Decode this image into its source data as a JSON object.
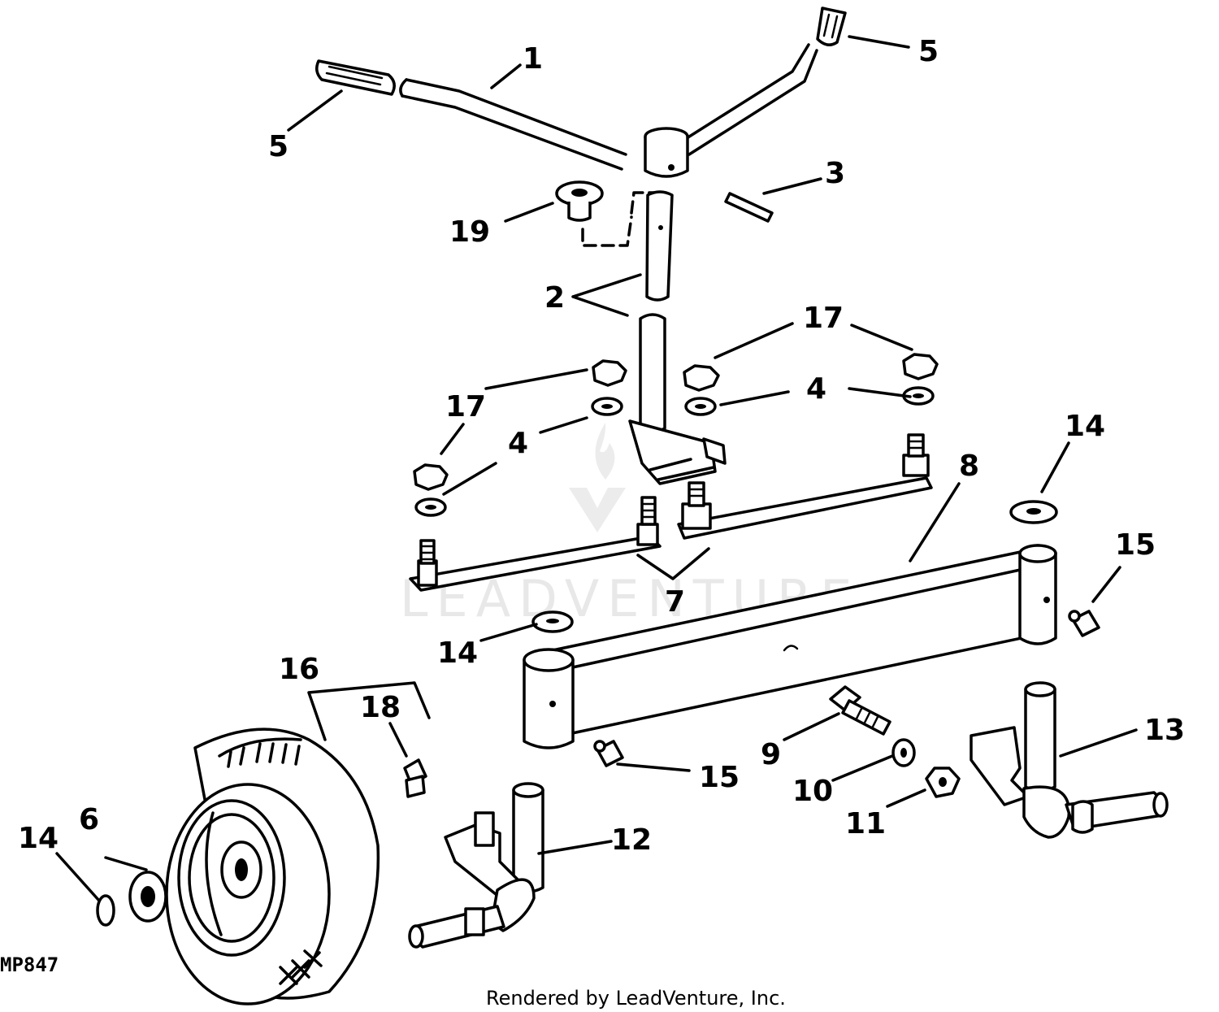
{
  "watermark": "LEADVENTURE",
  "diagram_code": "MP847",
  "credit": "Rendered by LeadVenture, Inc.",
  "callouts": {
    "c1": "1",
    "c2": "2",
    "c3": "3",
    "c4a": "4",
    "c4b": "4",
    "c5a": "5",
    "c5b": "5",
    "c6": "6",
    "c7": "7",
    "c8": "8",
    "c9": "9",
    "c10": "10",
    "c11": "11",
    "c12": "12",
    "c13": "13",
    "c14a": "14",
    "c14b": "14",
    "c14c": "14",
    "c15a": "15",
    "c15b": "15",
    "c16": "16",
    "c17a": "17",
    "c17b": "17",
    "c18": "18",
    "c19": "19"
  }
}
